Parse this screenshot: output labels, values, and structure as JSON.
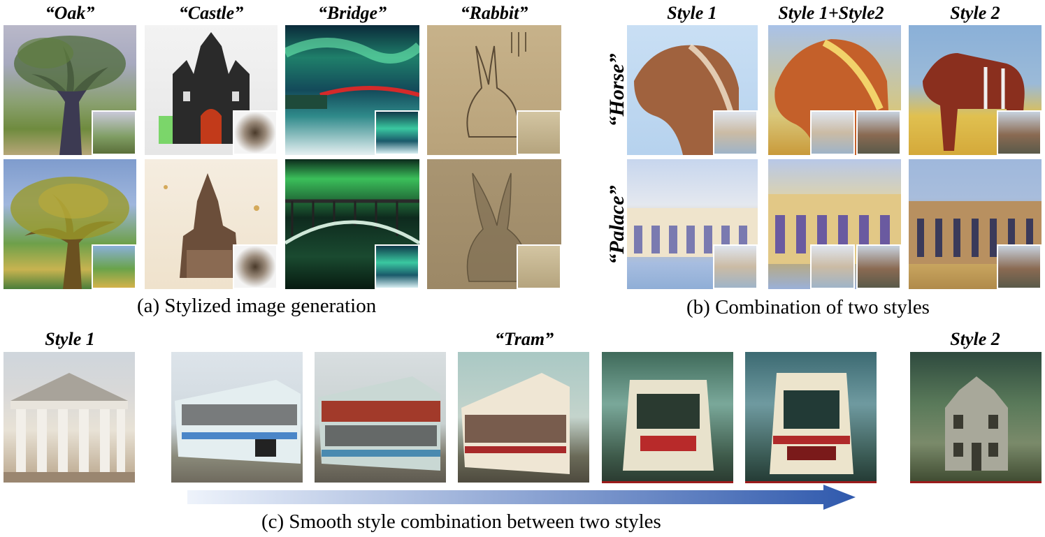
{
  "panel_a": {
    "labels": [
      "“Oak”",
      "“Castle”",
      "“Bridge”",
      "“Rabbit”"
    ],
    "caption": "(a) Stylized image generation"
  },
  "panel_b": {
    "column_labels": [
      "Style 1",
      "Style 1+Style2",
      "Style 2"
    ],
    "row_labels": [
      "“Horse”",
      "“Palace”"
    ],
    "caption": "(b)  Combination of two styles"
  },
  "panel_c": {
    "left_label": "Style 1",
    "center_label": "“Tram”",
    "right_label": "Style 2",
    "caption": "(c)  Smooth style combination between two styles"
  },
  "colors": {
    "arrow_start": "#eef3fb",
    "arrow_end": "#2f59ad"
  }
}
